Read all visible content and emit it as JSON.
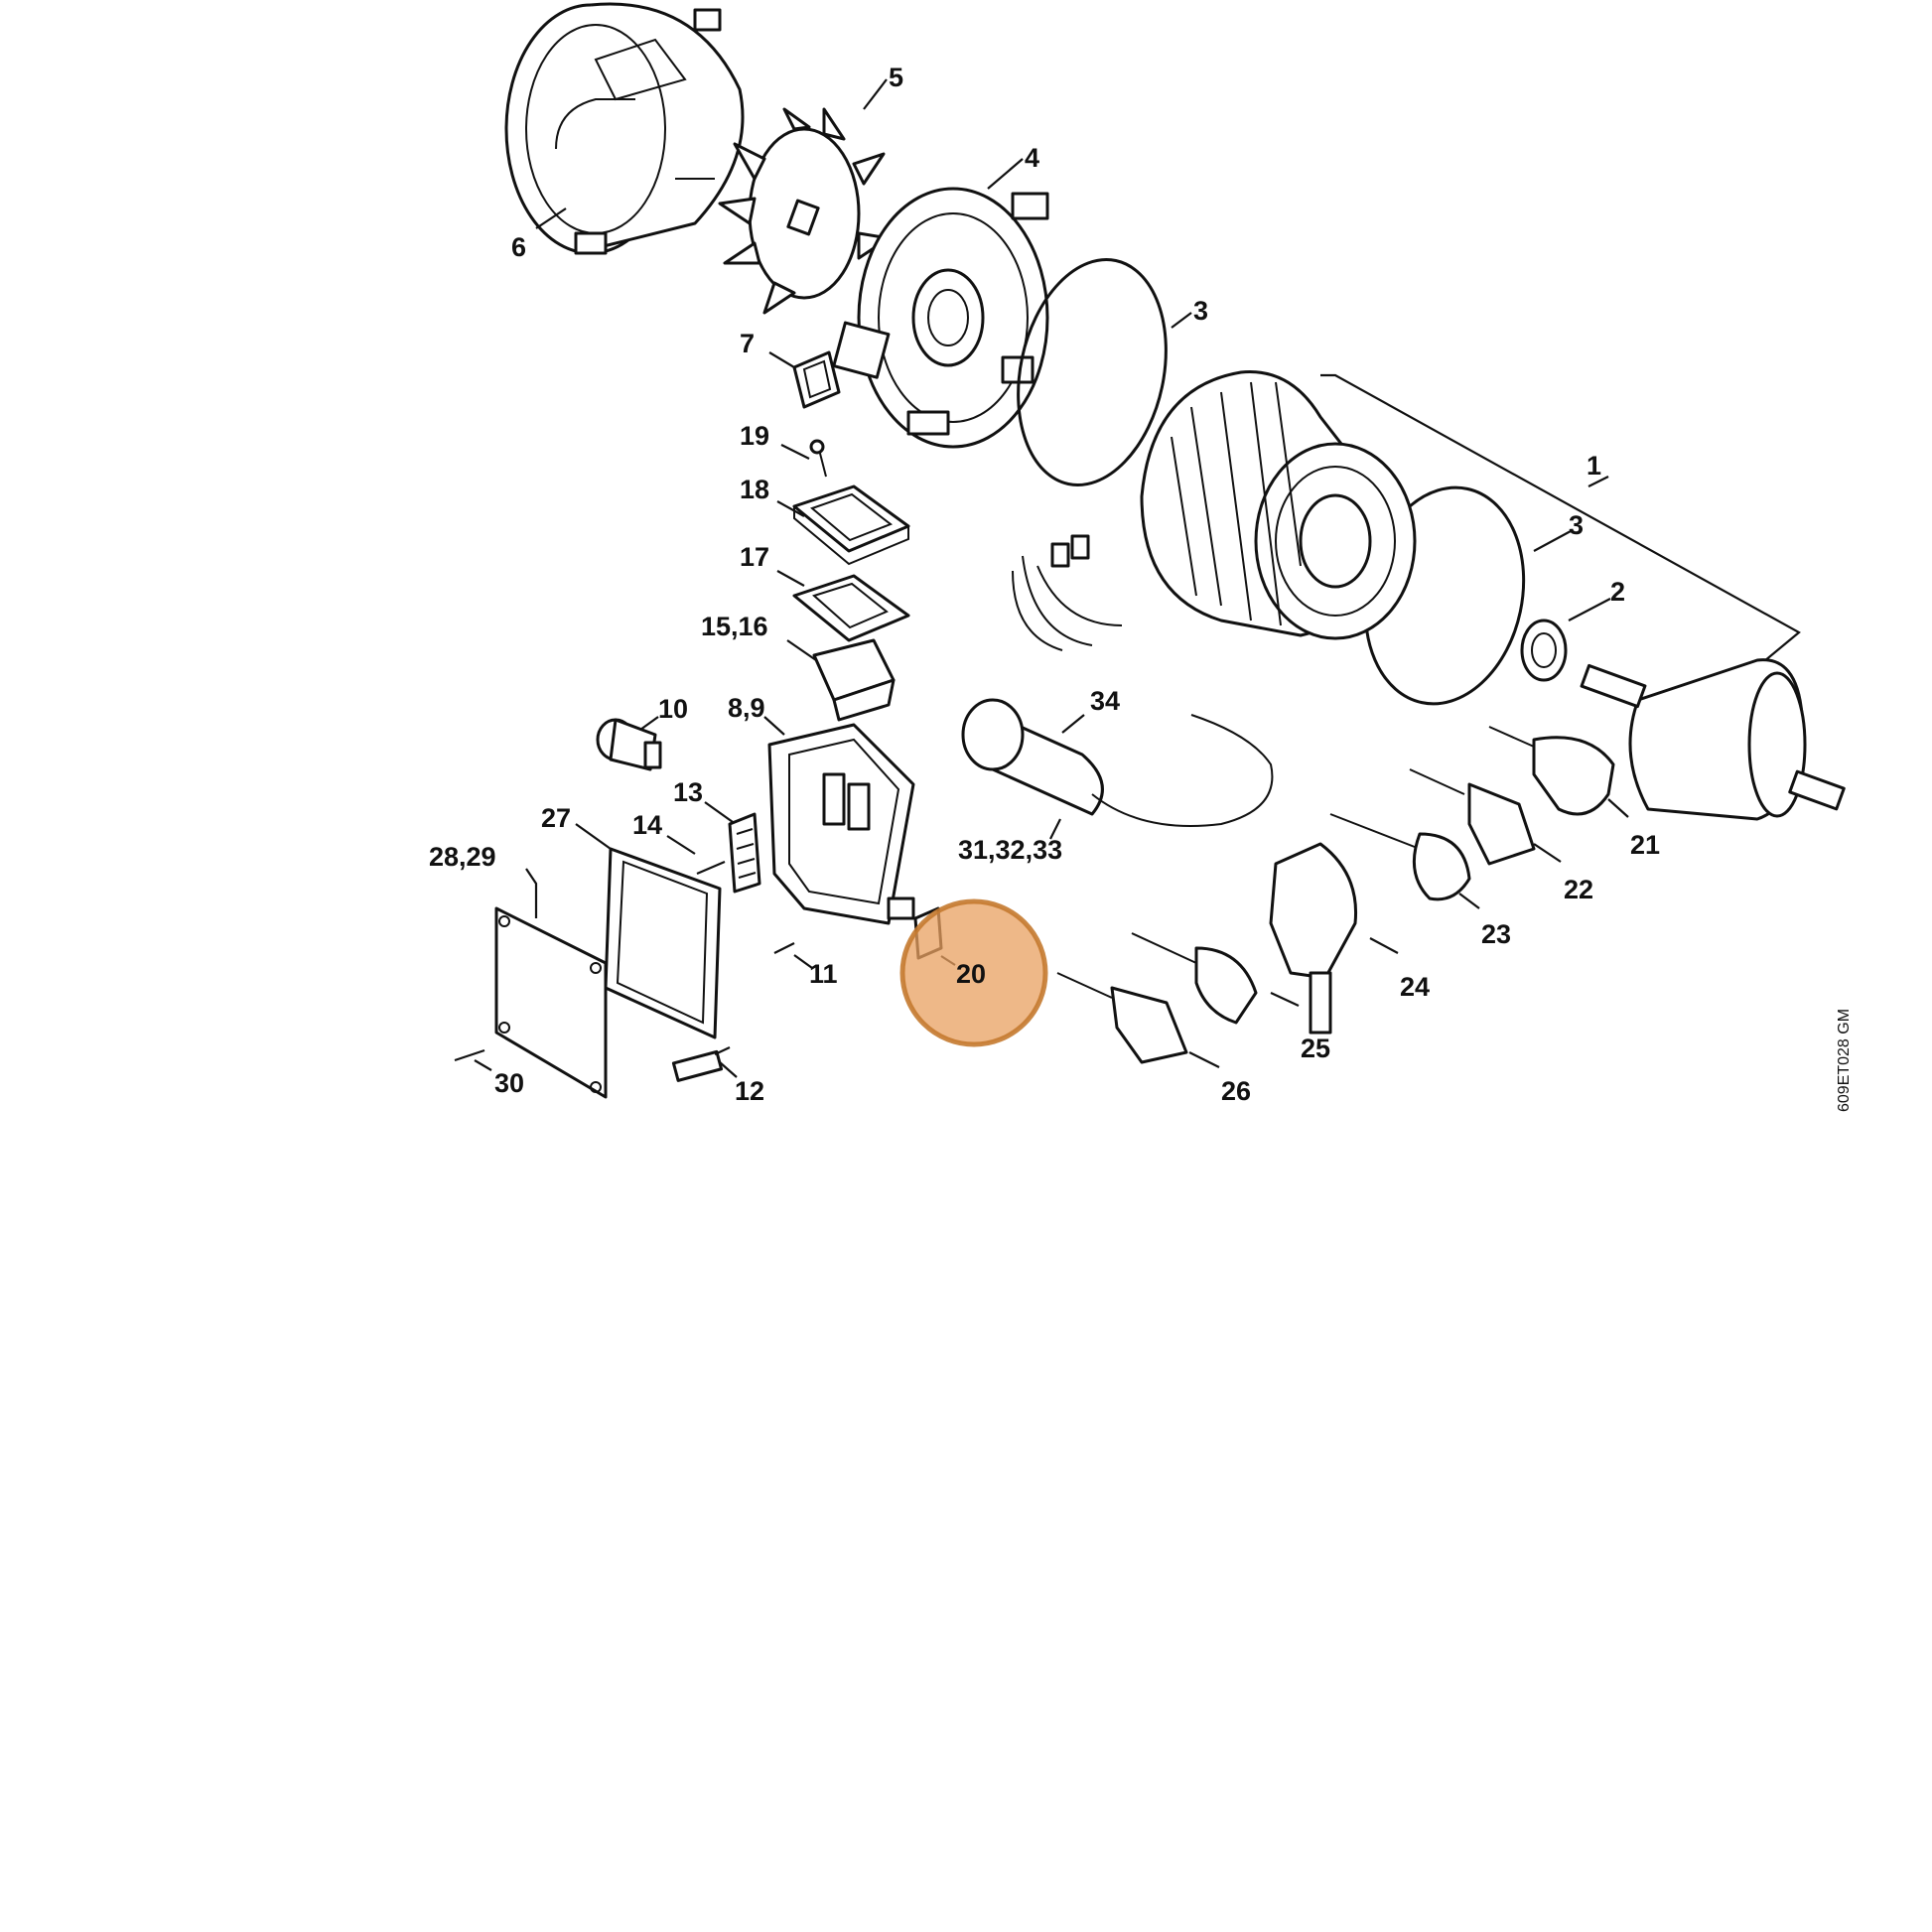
{
  "diagram": {
    "image_code": "609ET028 GM",
    "highlight": {
      "label": "20",
      "color": "#E8A060"
    },
    "labels": {
      "p1": "1",
      "p2": "2",
      "p3a": "3",
      "p3b": "3",
      "p4": "4",
      "p5": "5",
      "p6": "6",
      "p7": "7",
      "p8_9": "8,9",
      "p10": "10",
      "p11": "11",
      "p12": "12",
      "p13": "13",
      "p14": "14",
      "p15_16": "15,16",
      "p17": "17",
      "p18": "18",
      "p19": "19",
      "p20": "20",
      "p21": "21",
      "p22": "22",
      "p23": "23",
      "p24": "24",
      "p25": "25",
      "p26": "26",
      "p27": "27",
      "p28_29": "28,29",
      "p30": "30",
      "p31_32_33": "31,32,33",
      "p34": "34"
    }
  }
}
